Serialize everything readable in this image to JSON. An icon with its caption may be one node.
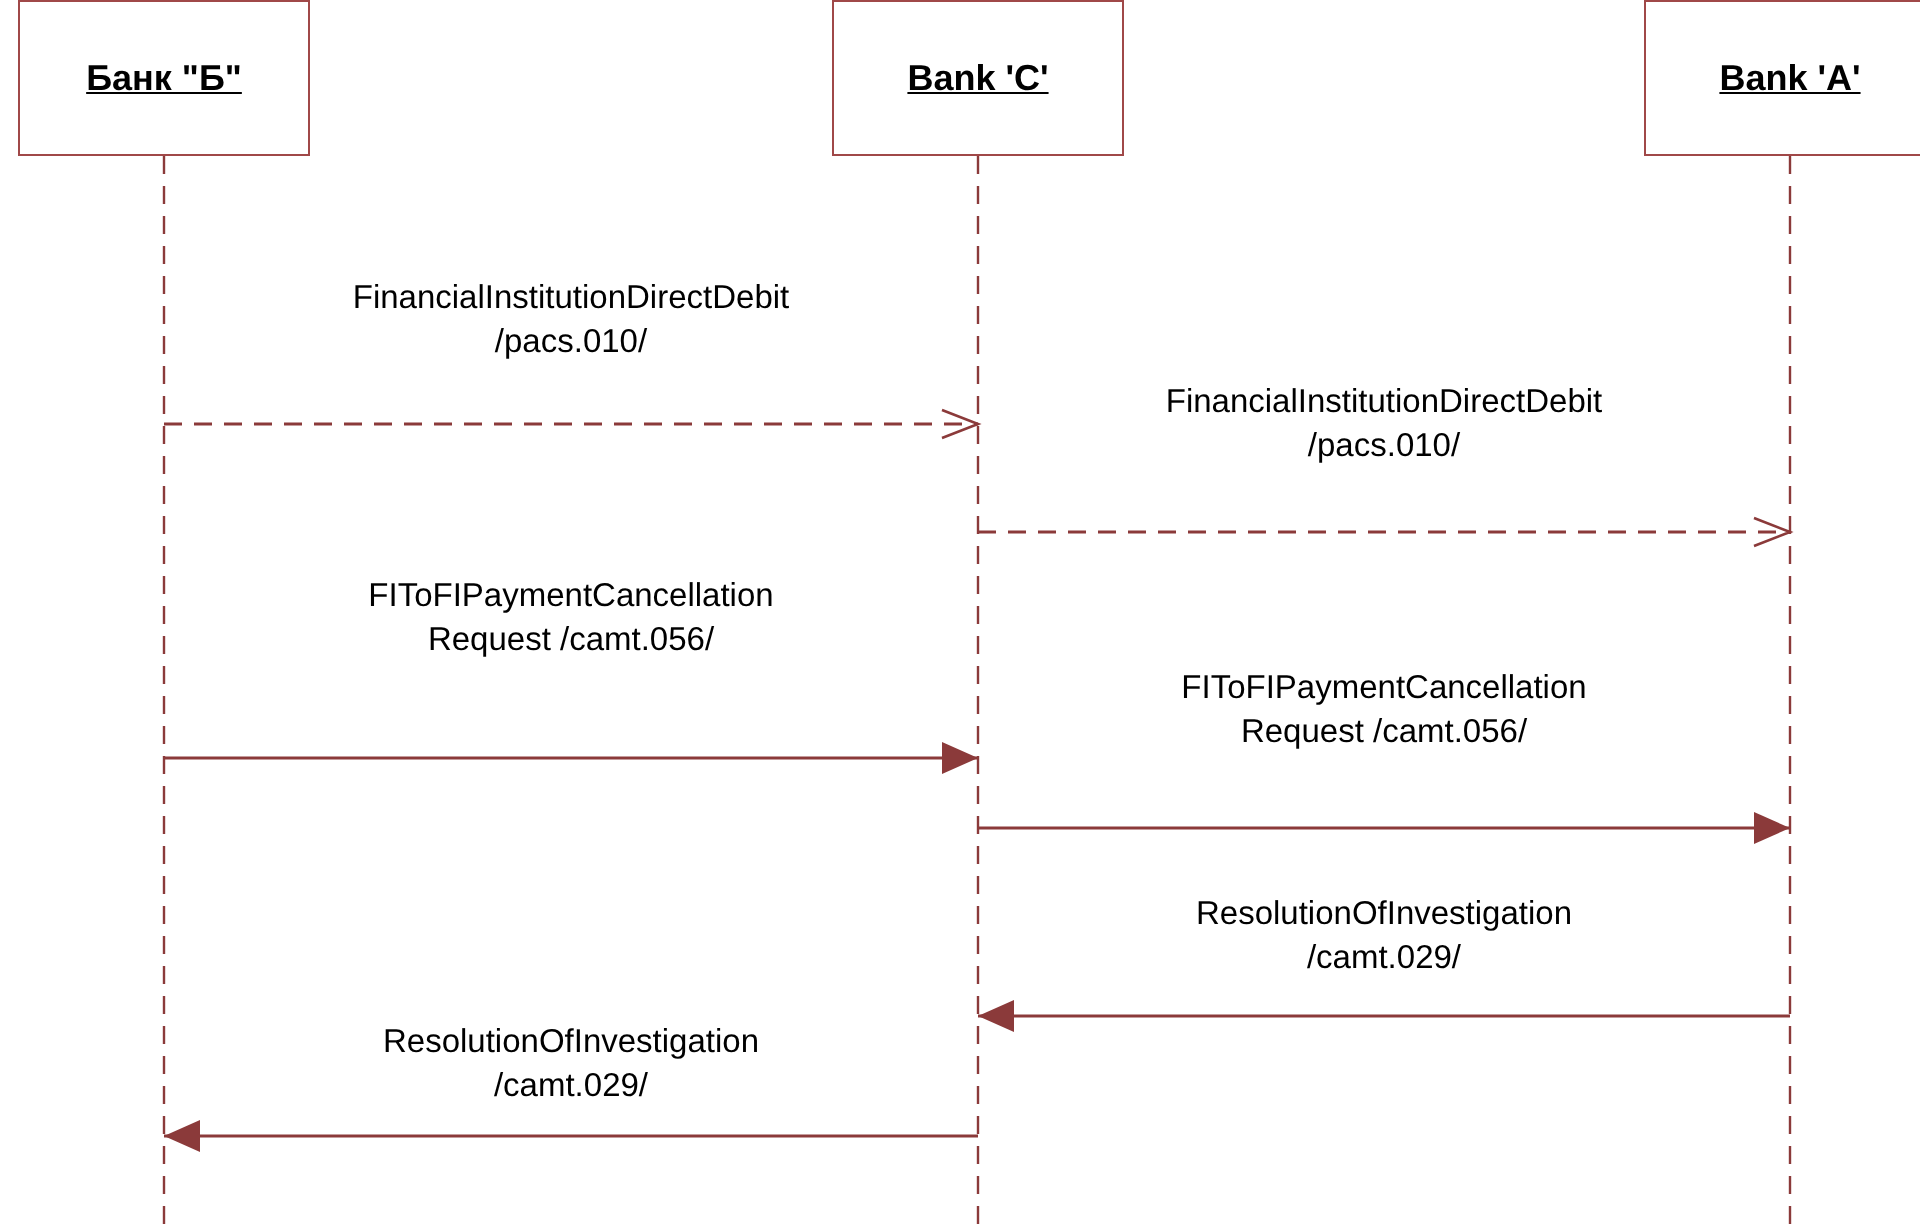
{
  "diagram": {
    "nodes": [
      {
        "text": [
          "Банк \"Б\""
        ]
      },
      {
        "text": [
          "Bank 'C'"
        ]
      },
      {
        "text": [
          "Bank 'A'"
        ]
      }
    ],
    "edges": [
      {
        "from": 0,
        "to": 1,
        "arrow": "to",
        "style": "dashed",
        "label": "FinancialInstitutionDirectDebit /pacs.010/"
      },
      {
        "from": 1,
        "to": 2,
        "arrow": "to",
        "style": "dashed",
        "label": "FinancialInstitutionDirectDebit /pacs.010/"
      },
      {
        "from": 0,
        "to": 1,
        "arrow": "to",
        "label": "FIToFIPaymentCancellation Request /camt.056/"
      },
      {
        "from": 1,
        "to": 2,
        "arrow": "to",
        "label": "FIToFIPaymentCancellation Request /camt.056/"
      },
      {
        "from": 2,
        "to": 1,
        "arrow": "to",
        "label": "ResolutionOfInvestigation /camt.029/"
      },
      {
        "from": 1,
        "to": 0,
        "arrow": "to",
        "label": "ResolutionOfInvestigation /camt.029/"
      }
    ]
  }
}
